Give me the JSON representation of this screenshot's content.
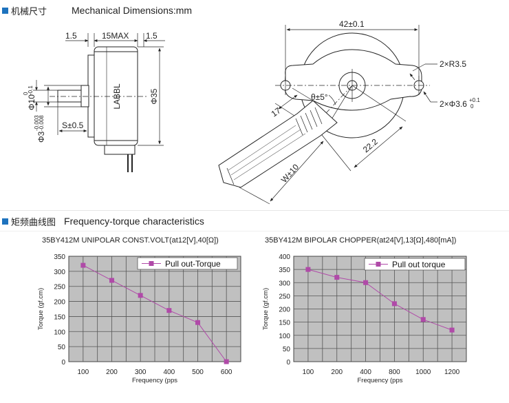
{
  "section1": {
    "title_cn": "机械尺寸",
    "title_en": "Mechanical Dimensions:mm"
  },
  "section2": {
    "title_cn": "矩频曲线图",
    "title_en": "Frequency-torque characteristics"
  },
  "side_view": {
    "dim_left": "1.5",
    "dim_max": "15MAX",
    "dim_right": "1.5",
    "label": "LABBL",
    "dia_body": "Φ35",
    "dia_boss": "Φ10",
    "dia_boss_tol_top": "0",
    "dia_boss_tol_bot": "-0.1",
    "dia_shaft": "Φ3",
    "dia_shaft_tol_top": "-0.003",
    "dia_shaft_tol_bot": "-0.008",
    "shaft_len": "S±0.5"
  },
  "front_view": {
    "width": "42±0.1",
    "radius": "2×R3.5",
    "hole": "2×Φ3.6",
    "hole_tol_top": "+0.1",
    "hole_tol_bot": "0",
    "angle": "θ±5°",
    "dim_17": "17",
    "dim_22": "22.2",
    "wire_width": "W±10"
  },
  "chart_data": [
    {
      "type": "line",
      "title": "35BY412M UNIPOLAR CONST.VOLT(at12[V],40[Ω])",
      "categories": [
        "100",
        "200",
        "300",
        "400",
        "500",
        "600"
      ],
      "series": [
        {
          "name": "Pull out-Torque",
          "values": [
            320,
            270,
            220,
            170,
            130,
            0
          ],
          "color": "#b04aa8"
        }
      ],
      "xlabel": "Frequency (pps",
      "ylabel": "Torque (gf.cm)",
      "ylim": [
        0,
        350
      ],
      "yticks": [
        "0",
        "50",
        "100",
        "150",
        "200",
        "250",
        "300",
        "350"
      ],
      "grid": true,
      "legend": "top-right",
      "plot_bg": "#c0c0c0"
    },
    {
      "type": "line",
      "title": "35BY412M BIPOLAR CHOPPER(at24[V],13[Ω],480[mA])",
      "categories": [
        "100",
        "200",
        "400",
        "800",
        "1000",
        "1200"
      ],
      "series": [
        {
          "name": "Pull out torque",
          "values": [
            350,
            320,
            300,
            220,
            160,
            120
          ],
          "color": "#b04aa8"
        }
      ],
      "xlabel": "Frequency (pps",
      "ylabel": "Torque (gf.cm)",
      "ylim": [
        0,
        400
      ],
      "yticks": [
        "0",
        "50",
        "100",
        "150",
        "200",
        "250",
        "300",
        "350",
        "400"
      ],
      "grid": true,
      "legend": "top-right",
      "plot_bg": "#c0c0c0"
    }
  ]
}
